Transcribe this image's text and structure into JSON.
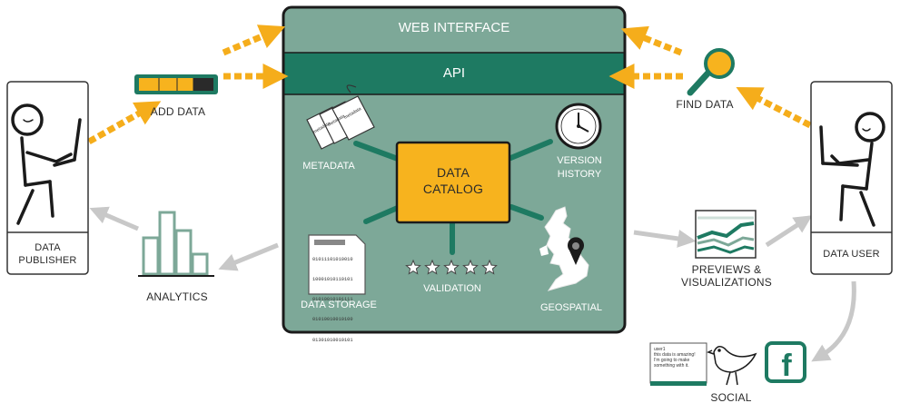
{
  "labels": {
    "web_interface": "WEB INTERFACE",
    "api": "API",
    "data_catalog_line1": "DATA",
    "data_catalog_line2": "CATALOG",
    "metadata": "METADATA",
    "version_history_line1": "VERSION",
    "version_history_line2": "HISTORY",
    "data_storage": "DATA STORAGE",
    "validation": "VALIDATION",
    "geospatial": "GEOSPATIAL",
    "add_data": "ADD DATA",
    "find_data": "FIND DATA",
    "data_publisher_line1": "DATA",
    "data_publisher_line2": "PUBLISHER",
    "data_user": "DATA USER",
    "analytics": "ANALYTICS",
    "previews_line1": "PREVIEWS &",
    "previews_line2": "VISUALIZATIONS",
    "social": "SOCIAL"
  },
  "binary_lines": [
    "01011101010010",
    "10001010110101",
    "01010010101111",
    "01010010010100",
    "01301010010101"
  ],
  "tweet": {
    "user": "user1",
    "text": "this data is amazing! I'm going to make something with it."
  },
  "tag_texts": [
    "metadata",
    "metadata",
    "metadata"
  ],
  "validation_stars": {
    "filled": 0,
    "total": 5
  },
  "colors": {
    "panel": "#7da898",
    "band": "#1e7a62",
    "catalog": "#f7b31e",
    "arrow_orange": "#f5ad1b",
    "arrow_gray": "#c8c8c8",
    "connector": "#1e7a62"
  }
}
